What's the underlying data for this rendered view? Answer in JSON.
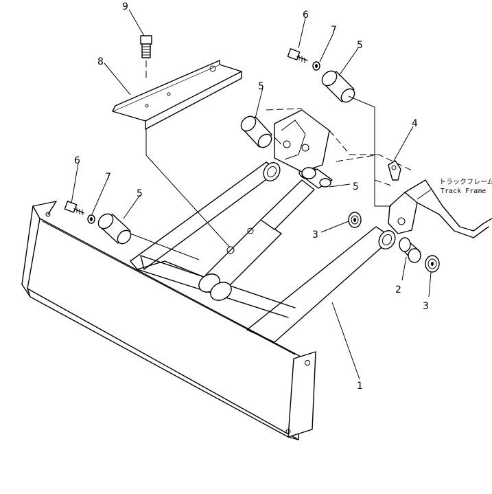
{
  "callouts": [
    {
      "id": "c9",
      "label": "9"
    },
    {
      "id": "c8",
      "label": "8"
    },
    {
      "id": "c6a",
      "label": "6"
    },
    {
      "id": "c7a",
      "label": "7"
    },
    {
      "id": "c5a",
      "label": "5"
    },
    {
      "id": "c5b",
      "label": "5"
    },
    {
      "id": "c4",
      "label": "4"
    },
    {
      "id": "c5c",
      "label": "5"
    },
    {
      "id": "c6b",
      "label": "6"
    },
    {
      "id": "c7b",
      "label": "7"
    },
    {
      "id": "c5d",
      "label": "5"
    },
    {
      "id": "c3a",
      "label": "3"
    },
    {
      "id": "c2",
      "label": "2"
    },
    {
      "id": "c3b",
      "label": "3"
    },
    {
      "id": "c1",
      "label": "1"
    }
  ],
  "frame_label": {
    "japanese": "トラックフレーム",
    "english": "Track Frame"
  }
}
